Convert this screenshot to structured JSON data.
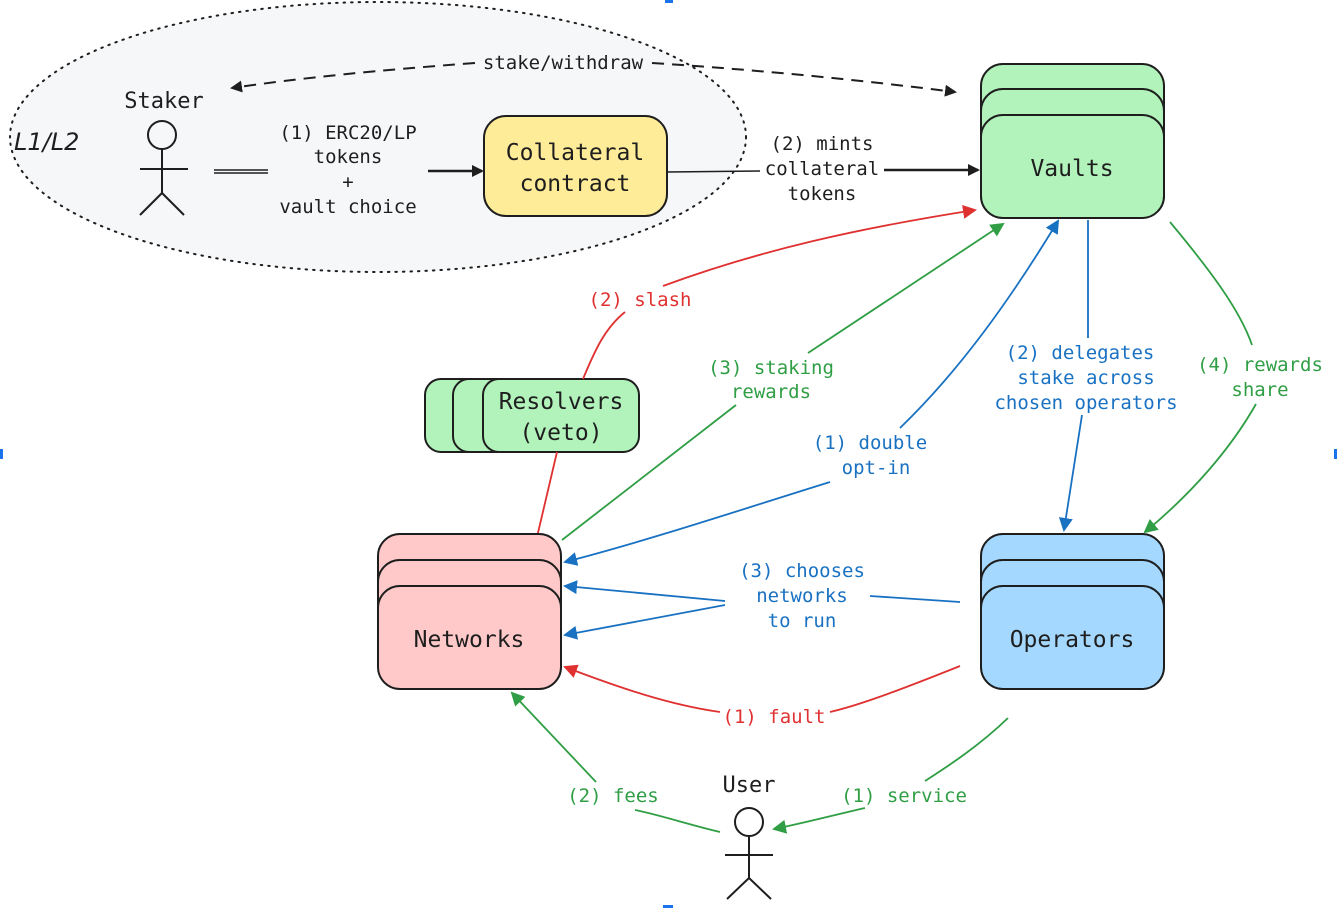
{
  "colors": {
    "red": "#e03131",
    "green": "#2f9e44",
    "blue": "#1971c2",
    "black": "#1e1e1e",
    "vaults_fill": "#b2f2bb",
    "resolvers_fill": "#b2f2bb",
    "collateral_fill": "#ffec99",
    "networks_fill": "#ffc9c9",
    "operators_fill": "#a5d8ff",
    "zone_fill": "#f6f7f9",
    "selection": "#1a73e8"
  },
  "zone": {
    "label": "L1/L2"
  },
  "actors": {
    "staker": "Staker",
    "user": "User"
  },
  "nodes": {
    "collateral": [
      "Collateral",
      "contract"
    ],
    "vaults": "Vaults",
    "resolvers": [
      "Resolvers",
      "(veto)"
    ],
    "networks": "Networks",
    "operators": "Operators"
  },
  "edges": {
    "stake_withdraw": "stake/withdraw",
    "erc20": [
      "(1) ERC20/LP",
      "tokens",
      "+",
      "vault choice"
    ],
    "mints": [
      "(2) mints",
      "collateral",
      "tokens"
    ],
    "slash": "(2) slash",
    "staking_rewards": [
      "(3) staking",
      "rewards"
    ],
    "double_optin": [
      "(1) double",
      "opt-in"
    ],
    "delegates": [
      "(2) delegates",
      "stake across",
      "chosen operators"
    ],
    "rewards_share": [
      "(4) rewards",
      "share"
    ],
    "chooses": [
      "(3) chooses",
      "networks",
      "to run"
    ],
    "fault": "(1) fault",
    "fees": "(2) fees",
    "service": "(1) service"
  }
}
